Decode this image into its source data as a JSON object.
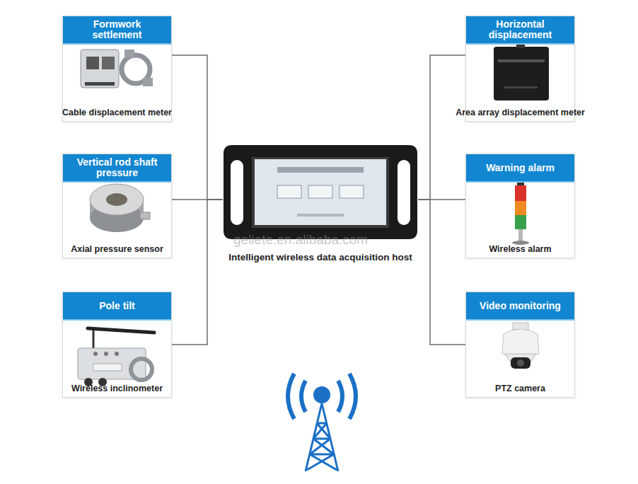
{
  "diagram": {
    "nodes": [
      {
        "text": [
          "Formwork settlement",
          "Cable displacement meter"
        ]
      },
      {
        "text": [
          "Horizontal displacement",
          "Area array displacement meter"
        ]
      },
      {
        "text": [
          "Vertical rod shaft pressure",
          "Axial pressure sensor"
        ]
      },
      {
        "text": [
          "Intelligent wireless data acquisition host"
        ]
      },
      {
        "text": [
          "Warning alarm",
          "Wireless alarm"
        ]
      },
      {
        "text": [
          "Pole tilt",
          "Wireless inclinometer"
        ]
      },
      {
        "text": [
          "Video monitoring",
          "PTZ camera"
        ]
      }
    ],
    "edges": [
      {
        "from": 0,
        "to": 3,
        "arrow": "none"
      },
      {
        "from": 2,
        "to": 3,
        "arrow": "none"
      },
      {
        "from": 5,
        "to": 3,
        "arrow": "none"
      },
      {
        "from": 1,
        "to": 3,
        "arrow": "none"
      },
      {
        "from": 4,
        "to": 3,
        "arrow": "none"
      },
      {
        "from": 6,
        "to": 3,
        "arrow": "none"
      }
    ],
    "labels": [
      "geliete.en.alibaba.com"
    ]
  }
}
